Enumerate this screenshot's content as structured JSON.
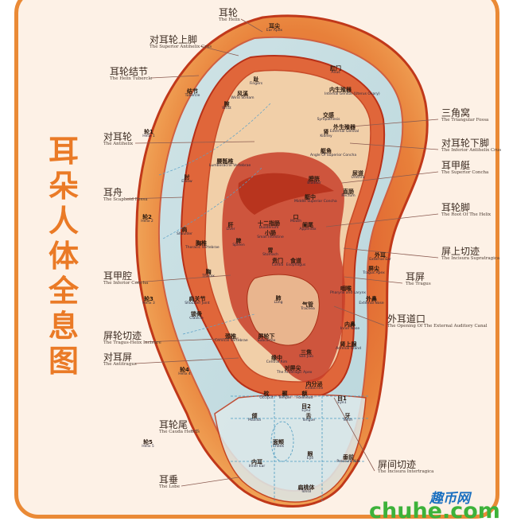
{
  "title": "耳朵人体全息图",
  "watermark": {
    "cn": "趣币网",
    "domain": "chuhe.com"
  },
  "colors": {
    "border": "#ea8a36",
    "title": "#ea7a26",
    "background": "#fdf1e6",
    "watermark_cn": "#1a70c0",
    "watermark_domain": "#3db23a"
  },
  "anatomy_labels": [
    {
      "cn": "耳轮",
      "en": "The Helix"
    },
    {
      "cn": "对耳轮上脚",
      "en": "The Superior Antihelix Crus"
    },
    {
      "cn": "耳轮结节",
      "en": "The Helix Tubercle"
    },
    {
      "cn": "对耳轮",
      "en": "The Antihelix"
    },
    {
      "cn": "耳舟",
      "en": "The Scaphoid Fossa"
    },
    {
      "cn": "耳甲腔",
      "en": "The Inferior Concha"
    },
    {
      "cn": "屏轮切迹",
      "en": "The Tragus-Helix Incisure"
    },
    {
      "cn": "对耳屏",
      "en": "The Antitragus"
    },
    {
      "cn": "耳轮尾",
      "en": "The Cauda Helicis"
    },
    {
      "cn": "耳垂",
      "en": "The Lobe"
    },
    {
      "cn": "三角窝",
      "en": "The Triangular Fossa"
    },
    {
      "cn": "对耳轮下脚",
      "en": "The Inferior Antihelix Crus"
    },
    {
      "cn": "耳甲艇",
      "en": "The Superior Concha"
    },
    {
      "cn": "耳轮脚",
      "en": "The Root Of The Helix"
    },
    {
      "cn": "屏上切迹",
      "en": "The Incisura Supratragica"
    },
    {
      "cn": "耳屏",
      "en": "The Tragus"
    },
    {
      "cn": "外耳道口",
      "en": "The Opening Of The External Auditory Canal"
    },
    {
      "cn": "屏间切迹",
      "en": "The Incisura Intertragica"
    }
  ],
  "acupoints": [
    {
      "cn": "耳尖",
      "en": "Ear Apex"
    },
    {
      "cn": "趾",
      "en": "Fingers"
    },
    {
      "cn": "结节",
      "en": "Tubercle"
    },
    {
      "cn": "风溪",
      "en": "Wind Stream"
    },
    {
      "cn": "腕",
      "en": "Wrist"
    },
    {
      "cn": "轮1",
      "en": "Helix 1"
    },
    {
      "cn": "肘",
      "en": "Elbow"
    },
    {
      "cn": "轮2",
      "en": "Helix 2"
    },
    {
      "cn": "肩",
      "en": "Shoulder"
    },
    {
      "cn": "胸椎",
      "en": "Thoracic Vertebrae"
    },
    {
      "cn": "胸",
      "en": "Thorax"
    },
    {
      "cn": "轮3",
      "en": "Helix 3"
    },
    {
      "cn": "肩关节",
      "en": "Shoulder Joint"
    },
    {
      "cn": "锁骨",
      "en": "Clavicle"
    },
    {
      "cn": "颈椎",
      "en": "Cervical Vertebrae"
    },
    {
      "cn": "轮4",
      "en": "Helix 4"
    },
    {
      "cn": "轮5",
      "en": "Helix 5"
    },
    {
      "cn": "腰骶椎",
      "en": "Lumbosacral Vertebrae"
    },
    {
      "cn": "肛门",
      "en": "Anus"
    },
    {
      "cn": "内生殖器",
      "en": "Internal Genital (Uterus Ovary)"
    },
    {
      "cn": "外生殖器",
      "en": "External Genital"
    },
    {
      "cn": "交感",
      "en": "Sympathesis"
    },
    {
      "cn": "艇角",
      "en": "Angle Of Superior Concha"
    },
    {
      "cn": "膀胱",
      "en": "Bladder"
    },
    {
      "cn": "肾",
      "en": "Kidney"
    },
    {
      "cn": "尿道",
      "en": "Urethra"
    },
    {
      "cn": "直肠",
      "en": "Rectum"
    },
    {
      "cn": "艇中",
      "en": "Middle Superior Concha"
    },
    {
      "cn": "十二指肠",
      "en": "Duodenum"
    },
    {
      "cn": "小肠",
      "en": "Small Intestine"
    },
    {
      "cn": "阑尾",
      "en": "Appendix"
    },
    {
      "cn": "肝",
      "en": "Liver"
    },
    {
      "cn": "胃",
      "en": "Stomach"
    },
    {
      "cn": "脾",
      "en": "Spleen"
    },
    {
      "cn": "贲门",
      "en": "Cardia"
    },
    {
      "cn": "食道",
      "en": "Esophagus"
    },
    {
      "cn": "口",
      "en": "Mouth"
    },
    {
      "cn": "外耳",
      "en": "External Ear"
    },
    {
      "cn": "屏尖",
      "en": "Tragus Apex"
    },
    {
      "cn": "咽喉",
      "en": "Pharynx and Larynx"
    },
    {
      "cn": "外鼻",
      "en": "External Nose"
    },
    {
      "cn": "肺",
      "en": "Lung"
    },
    {
      "cn": "气管",
      "en": "Trachea"
    },
    {
      "cn": "内鼻",
      "en": "Inner Nose"
    },
    {
      "cn": "肾上腺",
      "en": "Adrenal Gland"
    },
    {
      "cn": "屏轮下",
      "en": "Subcortex"
    },
    {
      "cn": "缘中",
      "en": "Central Rim"
    },
    {
      "cn": "三焦",
      "en": "San Jiao"
    },
    {
      "cn": "对屏尖",
      "en": "The Antitragic Apex"
    },
    {
      "cn": "内分泌",
      "en": "Endocrine"
    },
    {
      "cn": "目1",
      "en": "Eye1"
    },
    {
      "cn": "目2",
      "en": "Eye2"
    },
    {
      "cn": "枕",
      "en": "Occiput"
    },
    {
      "cn": "颞",
      "en": "Temple"
    },
    {
      "cn": "额",
      "en": "Forehead"
    },
    {
      "cn": "牙",
      "en": "Teeth"
    },
    {
      "cn": "舌",
      "en": "Tongue"
    },
    {
      "cn": "颌",
      "en": "Maxilla"
    },
    {
      "cn": "面颊",
      "en": "Cheek"
    },
    {
      "cn": "眼",
      "en": "Eye"
    },
    {
      "cn": "内耳",
      "en": "Inner Ear"
    },
    {
      "cn": "垂前",
      "en": "Pressure Nile"
    },
    {
      "cn": "扁桃体",
      "en": "Tonsil"
    }
  ]
}
